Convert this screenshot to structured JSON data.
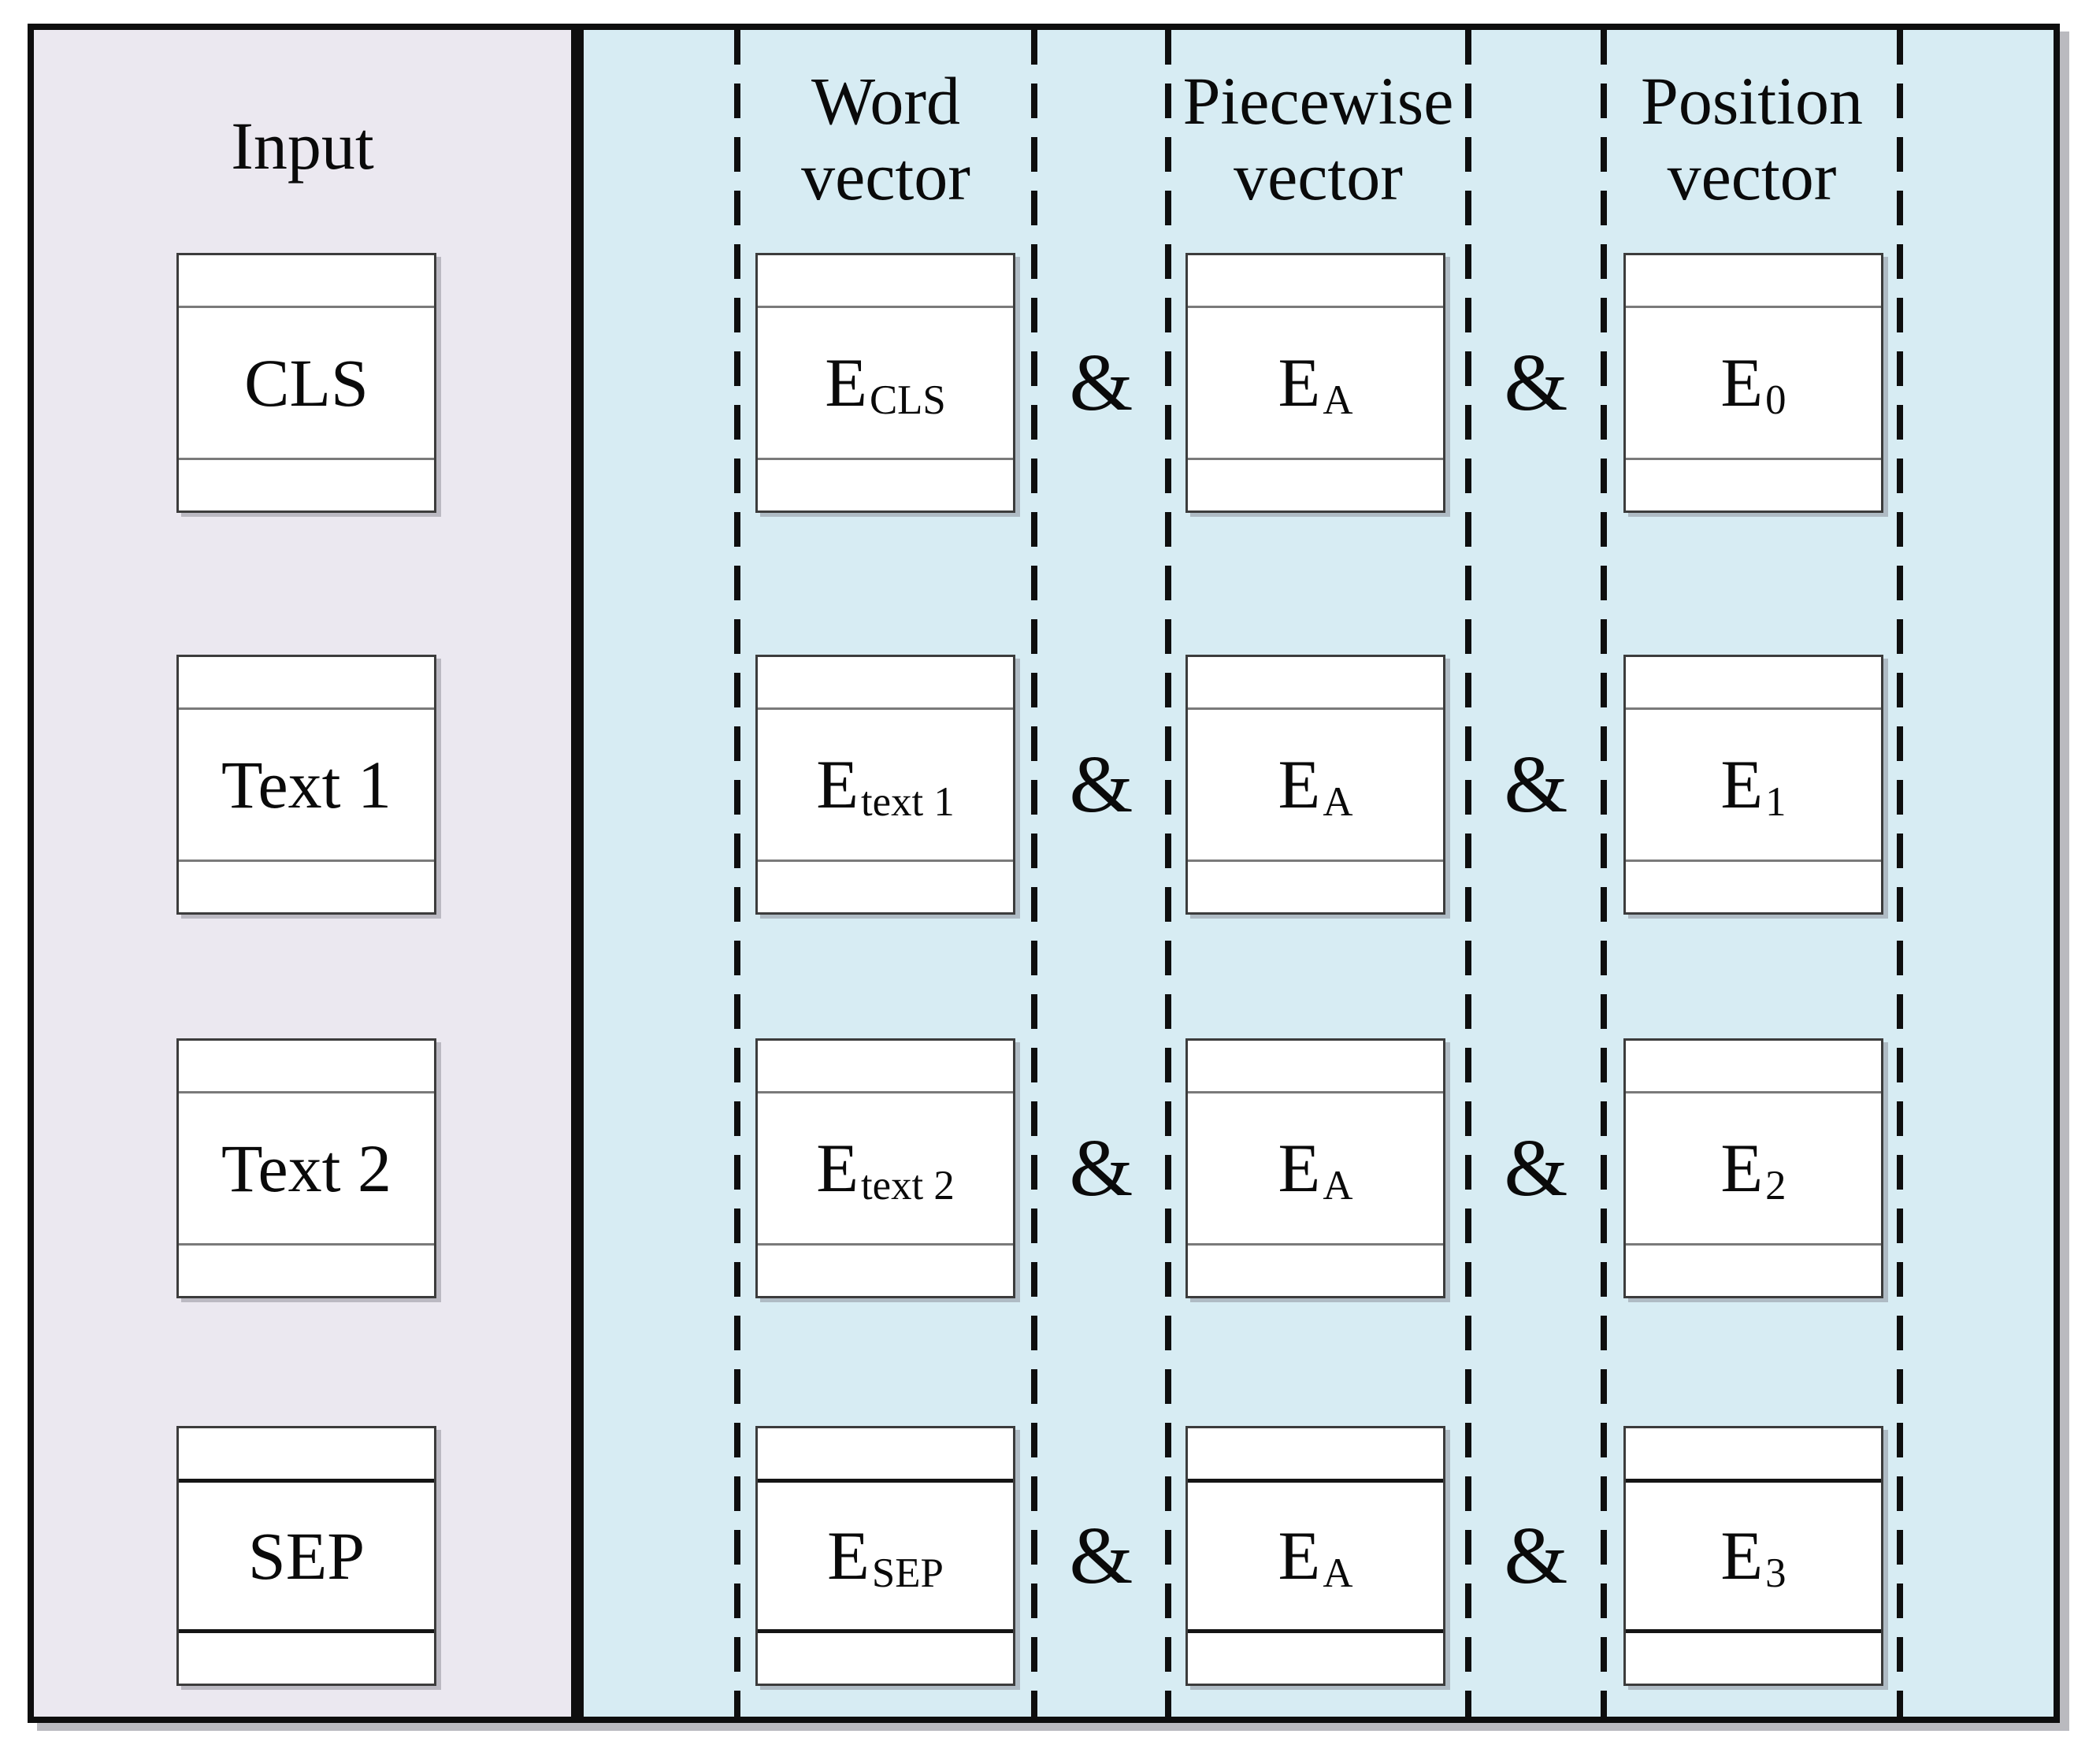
{
  "colors": {
    "page_bg": "#ffffff",
    "input_panel_bg": "#ebe8f0",
    "embedding_panel_bg": "#d7ecf3",
    "box_bg": "#ffffff",
    "line_color": "#0e0e0e",
    "inner_line_color": "#7a7a7a",
    "text_color": "#0a0a0a"
  },
  "input_panel": {
    "title": "Input",
    "rows": [
      {
        "label": "CLS"
      },
      {
        "label": "Text 1"
      },
      {
        "label": "Text 2"
      },
      {
        "label": "SEP"
      }
    ]
  },
  "embedding_panel": {
    "join_operator": "&",
    "columns": [
      {
        "header": {
          "line1": "Word",
          "line2": "vector"
        },
        "cells": [
          {
            "base": "E",
            "sub": "CLS"
          },
          {
            "base": "E",
            "sub": "text 1"
          },
          {
            "base": "E",
            "sub": "text 2"
          },
          {
            "base": "E",
            "sub": "SEP"
          }
        ]
      },
      {
        "header": {
          "line1": "Piecewise",
          "line2": "vector"
        },
        "cells": [
          {
            "base": "E",
            "sub": "A"
          },
          {
            "base": "E",
            "sub": "A"
          },
          {
            "base": "E",
            "sub": "A"
          },
          {
            "base": "E",
            "sub": "A"
          }
        ]
      },
      {
        "header": {
          "line1": "Position",
          "line2": "vector"
        },
        "cells": [
          {
            "base": "E",
            "sub": "0"
          },
          {
            "base": "E",
            "sub": "1"
          },
          {
            "base": "E",
            "sub": "2"
          },
          {
            "base": "E",
            "sub": "3"
          }
        ]
      }
    ]
  }
}
